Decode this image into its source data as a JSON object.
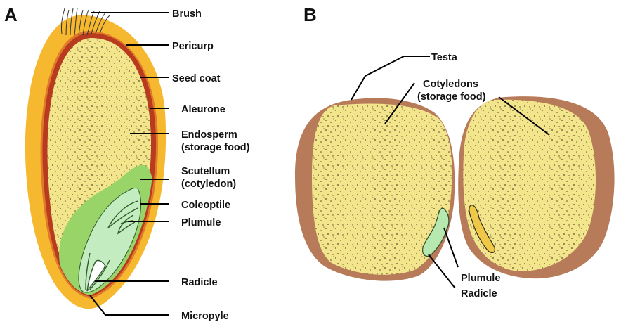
{
  "panels": {
    "a": {
      "letter": "A"
    },
    "b": {
      "letter": "B"
    }
  },
  "labels_a": {
    "brush": "Brush",
    "pericurp": "Pericurp",
    "seed_coat": "Seed coat",
    "aleurone": "Aleurone",
    "endosperm_1": "Endosperm",
    "endosperm_2": "(storage food)",
    "scutellum_1": "Scutellum",
    "scutellum_2": "(cotyledon)",
    "coleoptile": "Coleoptile",
    "plumule": "Plumule",
    "radicle": "Radicle",
    "micropyle": "Micropyle"
  },
  "labels_b": {
    "testa": "Testa",
    "cotyledons_1": "Cotyledons",
    "cotyledons_2": "(storage food)",
    "plumule": "Plumule",
    "radicle": "Radicle"
  },
  "colors": {
    "pericarp": "#f5b82e",
    "seed_coat": "#e07a2a",
    "aleurone": "#b83a1f",
    "endosperm": "#f2e58c",
    "scutellum": "#98d468",
    "embryo": "#c3ecc0",
    "testa": "#b87b5a",
    "cotyledon": "#f2e58c",
    "dots": "#5a4a2a"
  }
}
